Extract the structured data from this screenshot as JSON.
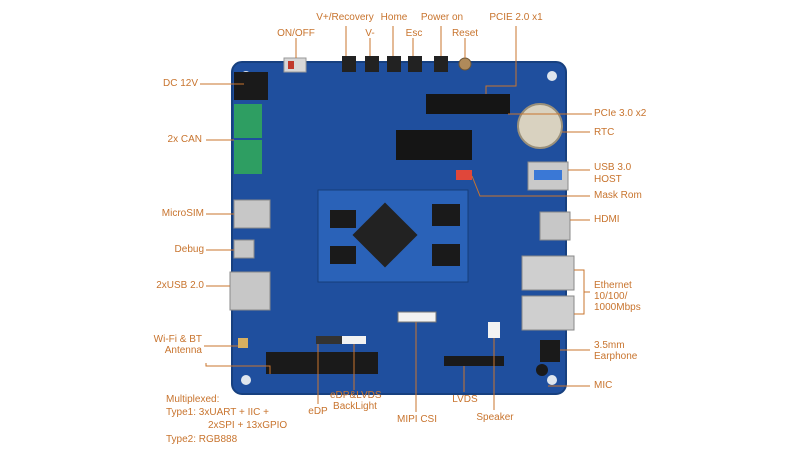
{
  "labels": {
    "on_off": "ON/OFF",
    "vplus_recovery": "V+/Recovery",
    "vminus": "V-",
    "home": "Home",
    "esc": "Esc",
    "power_on": "Power on",
    "reset": "Reset",
    "pcie20": "PCIE 2.0 x1",
    "dc12v": "DC 12V",
    "can": "2x CAN",
    "pcie30": "PCIe 3.0 x2",
    "rtc": "RTC",
    "usb30_line1": "USB 3.0",
    "usb30_line2": "HOST",
    "maskrom": "Mask Rom",
    "microsim": "MicroSIM",
    "hdmi": "HDMI",
    "debug": "Debug",
    "usb20": "2xUSB 2.0",
    "eth_line1": "Ethernet",
    "eth_line2": "10/100/",
    "eth_line3": "1000Mbps",
    "wifi_line1": "Wi-Fi & BT",
    "wifi_line2": "Antenna",
    "earphone_line1": "3.5mm",
    "earphone_line2": "Earphone",
    "mic": "MIC",
    "multiplexed": "Multiplexed:",
    "type1_line1": "Type1:  3xUART + IIC +",
    "type1_line2": "2xSPI + 13xGPIO",
    "type2": "Type2:  RGB888",
    "edp": "eDP",
    "edp_backlight_line1": "eDP&LVDS",
    "edp_backlight_line2": "BackLight",
    "mipi_csi": "MIPI CSI",
    "lvds": "LVDS",
    "speaker": "Speaker"
  },
  "colors": {
    "label": "#c8742e",
    "leader": "#c8742e",
    "board": "#1f4f9e",
    "board_edge": "#17407f"
  }
}
